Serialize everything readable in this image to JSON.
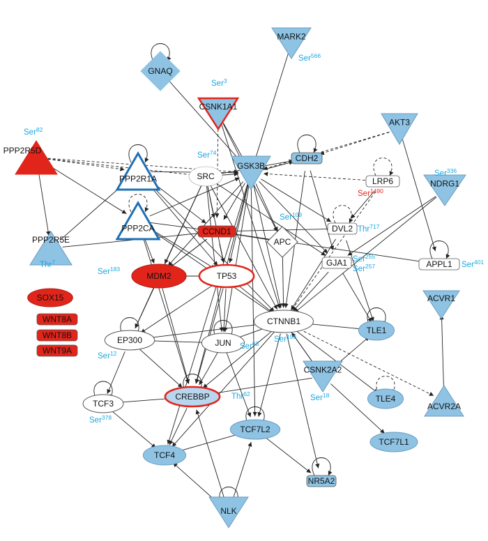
{
  "colors": {
    "up": "#e1251b",
    "down": "#8fc3e4",
    "neutral": "#ffffff",
    "site_label": "#1aa7e0",
    "site_label_red": "#e4261f",
    "edge": "#222222"
  },
  "nodes": [
    {
      "id": "GNAQ",
      "label": "GNAQ",
      "shape": "diamond",
      "fill": "down",
      "self_loop": true
    },
    {
      "id": "MARK2",
      "label": "MARK2",
      "shape": "triangle-down",
      "fill": "down",
      "site": "Ser",
      "sup": "566"
    },
    {
      "id": "CSNK1A1",
      "label": "CSNK1A1",
      "shape": "triangle-down-outline-red",
      "fill": "down",
      "site": "Ser",
      "sup": "3"
    },
    {
      "id": "AKT3",
      "label": "AKT3",
      "shape": "triangle-down",
      "fill": "down"
    },
    {
      "id": "PPP2R5D",
      "label": "PPP2R5D",
      "shape": "triangle-up",
      "fill": "up",
      "site": "Ser",
      "sup": "82"
    },
    {
      "id": "PPP2R1A",
      "label": "PPP2R1A",
      "shape": "triangle-up-outline",
      "fill": "neutral",
      "self_loop": true
    },
    {
      "id": "SRC",
      "label": "SRC",
      "shape": "circle",
      "fill": "neutral",
      "site": "Ser",
      "sup": "74"
    },
    {
      "id": "GSK3B",
      "label": "GSK3B",
      "shape": "triangle-down",
      "fill": "down"
    },
    {
      "id": "CDH2",
      "label": "CDH2",
      "shape": "rect",
      "fill": "down",
      "self_loop": true
    },
    {
      "id": "LRP6",
      "label": "LRP6",
      "shape": "rect",
      "fill": "neutral",
      "site": "Ser",
      "sup": "1490",
      "site_color": "red",
      "self_loop": true
    },
    {
      "id": "NDRG1",
      "label": "NDRG1",
      "shape": "triangle-down",
      "fill": "down",
      "site": "Ser",
      "sup": "336"
    },
    {
      "id": "PPP2CA",
      "label": "PPP2CA",
      "shape": "triangle-up-outline",
      "fill": "neutral",
      "self_loop": true
    },
    {
      "id": "PPP2R5E",
      "label": "PPP2R5E",
      "shape": "triangle-up",
      "fill": "down",
      "site": "Thr",
      "sup": "7"
    },
    {
      "id": "CCND1",
      "label": "CCND1",
      "shape": "rect",
      "fill": "up"
    },
    {
      "id": "APC",
      "label": "APC",
      "shape": "diamond",
      "fill": "neutral"
    },
    {
      "id": "DVL2",
      "label": "DVL2",
      "shape": "rect",
      "fill": "neutral",
      "site": "Thr",
      "sup": "717",
      "self_loop": true
    },
    {
      "id": "GJA1",
      "label": "GJA1",
      "shape": "rect",
      "fill": "neutral",
      "site": "Ser",
      "sup": "109"
    },
    {
      "id": "APPL1",
      "label": "APPL1",
      "shape": "rect",
      "fill": "neutral",
      "site": "Ser",
      "sup": "401",
      "self_loop": true
    },
    {
      "id": "MDM2",
      "label": "MDM2",
      "shape": "ellipse",
      "fill": "up",
      "site": "Ser",
      "sup": "183"
    },
    {
      "id": "TP53",
      "label": "TP53",
      "shape": "ellipse-outline-red",
      "fill": "neutral"
    },
    {
      "id": "SOX15",
      "label": "SOX15",
      "shape": "ellipse",
      "fill": "up"
    },
    {
      "id": "WNT8A",
      "label": "WNT8A",
      "shape": "rect",
      "fill": "up"
    },
    {
      "id": "WNT8B",
      "label": "WNT8B",
      "shape": "rect",
      "fill": "up"
    },
    {
      "id": "WNT9A",
      "label": "WNT9A",
      "shape": "rect",
      "fill": "up"
    },
    {
      "id": "ACVR1",
      "label": "ACVR1",
      "shape": "triangle-down",
      "fill": "down"
    },
    {
      "id": "CTNNB1",
      "label": "CTNNB1",
      "shape": "ellipse",
      "fill": "neutral",
      "site": "Ser",
      "sup": "196"
    },
    {
      "id": "TLE1",
      "label": "TLE1",
      "shape": "ellipse",
      "fill": "down",
      "self_loop": true
    },
    {
      "id": "EP300",
      "label": "EP300",
      "shape": "ellipse",
      "fill": "neutral",
      "site": "Ser",
      "sup": "12",
      "self_loop": true
    },
    {
      "id": "JUN",
      "label": "JUN",
      "shape": "ellipse",
      "fill": "neutral",
      "site": "Ser",
      "sup": "63",
      "self_loop": true
    },
    {
      "id": "CSNK2A2",
      "label": "CSNK2A2",
      "shape": "triangle-down",
      "fill": "down",
      "site": "Ser",
      "sup": "18"
    },
    {
      "id": "TLE4",
      "label": "TLE4",
      "shape": "ellipse",
      "fill": "down",
      "self_loop": true
    },
    {
      "id": "ACVR2A",
      "label": "ACVR2A",
      "shape": "triangle-up",
      "fill": "down"
    },
    {
      "id": "TCF3",
      "label": "TCF3",
      "shape": "ellipse",
      "fill": "neutral",
      "site": "Ser",
      "sup": "378",
      "self_loop": true
    },
    {
      "id": "CREBBP",
      "label": "CREBBP",
      "shape": "ellipse-outline-red",
      "fill": "up",
      "self_loop": true
    },
    {
      "id": "TCF7L2",
      "label": "TCF7L2",
      "shape": "ellipse",
      "fill": "down",
      "site": "Thr",
      "sup": "62",
      "self_loop": true
    },
    {
      "id": "TCF4",
      "label": "TCF4",
      "shape": "ellipse",
      "fill": "down"
    },
    {
      "id": "TCF7L1",
      "label": "TCF7L1",
      "shape": "ellipse",
      "fill": "down"
    },
    {
      "id": "NR5A2",
      "label": "NR5A2",
      "shape": "rect",
      "fill": "down",
      "self_loop": true
    },
    {
      "id": "NLK",
      "label": "NLK",
      "shape": "triangle-down",
      "fill": "down",
      "self_loop": true
    }
  ],
  "edges": [
    [
      "GNAQ",
      "GSK3B",
      "solid"
    ],
    [
      "MARK2",
      "GSK3B",
      "solid"
    ],
    [
      "CSNK1A1",
      "CTNNB1",
      "solid"
    ],
    [
      "CSNK1A1",
      "GSK3B",
      "solid"
    ],
    [
      "CSNK1A1",
      "CCND1",
      "dashed"
    ],
    [
      "CSNK1A1",
      "APC",
      "solid"
    ],
    [
      "PPP2R5D",
      "PPP2R1A",
      "dashed"
    ],
    [
      "PPP2R5D",
      "GSK3B",
      "dashed"
    ],
    [
      "PPP2R5D",
      "PPP2CA",
      "solid"
    ],
    [
      "PPP2R5D",
      "PPP2R5E",
      "solid"
    ],
    [
      "PPP2R5D",
      "SRC",
      "dashed"
    ],
    [
      "PPP2R1A",
      "GSK3B",
      "solid"
    ],
    [
      "PPP2R1A",
      "CCND1",
      "solid"
    ],
    [
      "PPP2R1A",
      "CTNNB1",
      "solid"
    ],
    [
      "PPP2R1A",
      "TP53",
      "solid"
    ],
    [
      "PPP2CA",
      "GSK3B",
      "solid"
    ],
    [
      "PPP2CA",
      "CCND1",
      "solid"
    ],
    [
      "PPP2CA",
      "TP53",
      "solid"
    ],
    [
      "PPP2CA",
      "CTNNB1",
      "solid"
    ],
    [
      "PPP2CA",
      "MDM2",
      "solid"
    ],
    [
      "PPP2CA",
      "CREBBP",
      "solid"
    ],
    [
      "PPP2R5E",
      "PPP2R1A",
      "solid"
    ],
    [
      "PPP2R5E",
      "CCND1",
      "solid"
    ],
    [
      "SRC",
      "GSK3B",
      "solid"
    ],
    [
      "SRC",
      "CDH2",
      "solid"
    ],
    [
      "SRC",
      "CTNNB1",
      "solid"
    ],
    [
      "SRC",
      "TP53",
      "solid"
    ],
    [
      "SRC",
      "CCND1",
      "solid"
    ],
    [
      "SRC",
      "JUN",
      "solid"
    ],
    [
      "SRC",
      "MDM2",
      "solid"
    ],
    [
      "SRC",
      "EP300",
      "solid"
    ],
    [
      "SRC",
      "GJA1",
      "solid"
    ],
    [
      "GSK3B",
      "CTNNB1",
      "solid"
    ],
    [
      "GSK3B",
      "CCND1",
      "solid"
    ],
    [
      "GSK3B",
      "TP53",
      "solid"
    ],
    [
      "GSK3B",
      "CREBBP",
      "solid"
    ],
    [
      "GSK3B",
      "JUN",
      "solid"
    ],
    [
      "GSK3B",
      "MDM2",
      "solid"
    ],
    [
      "GSK3B",
      "DVL2",
      "solid"
    ],
    [
      "GSK3B",
      "APC",
      "solid"
    ],
    [
      "GSK3B",
      "GJA1",
      "solid"
    ],
    [
      "GSK3B",
      "CDH2",
      "solid"
    ],
    [
      "GSK3B",
      "TCF4",
      "solid"
    ],
    [
      "GSK3B",
      "TCF7L2",
      "solid"
    ],
    [
      "CDH2",
      "CTNNB1",
      "solid"
    ],
    [
      "CDH2",
      "GJA1",
      "solid"
    ],
    [
      "LRP6",
      "GSK3B",
      "dashed"
    ],
    [
      "LRP6",
      "DVL2",
      "solid"
    ],
    [
      "LRP6",
      "CTNNB1",
      "dashed"
    ],
    [
      "AKT3",
      "CDH2",
      "dashed"
    ],
    [
      "AKT3",
      "GSK3B",
      "dashed"
    ],
    [
      "AKT3",
      "APPL1",
      "solid"
    ],
    [
      "NDRG1",
      "GJA1",
      "solid"
    ],
    [
      "NDRG1",
      "CTNNB1",
      "solid"
    ],
    [
      "DVL2",
      "CTNNB1",
      "solid"
    ],
    [
      "DVL2",
      "CCND1",
      "solid"
    ],
    [
      "DVL2",
      "TLE1",
      "solid"
    ],
    [
      "APC",
      "CTNNB1",
      "solid"
    ],
    [
      "APC",
      "CCND1",
      "solid"
    ],
    [
      "GJA1",
      "CTNNB1",
      "solid"
    ],
    [
      "GJA1",
      "TLE1",
      "solid"
    ],
    [
      "APPL1",
      "CCND1",
      "solid"
    ],
    [
      "CCND1",
      "TP53",
      "solid"
    ],
    [
      "CCND1",
      "MDM2",
      "solid"
    ],
    [
      "TP53",
      "MDM2",
      "solid"
    ],
    [
      "TP53",
      "CREBBP",
      "solid"
    ],
    [
      "TP53",
      "JUN",
      "solid"
    ],
    [
      "TP53",
      "EP300",
      "solid"
    ],
    [
      "TP53",
      "CTNNB1",
      "solid"
    ],
    [
      "MDM2",
      "EP300",
      "solid"
    ],
    [
      "MDM2",
      "CREBBP",
      "solid"
    ],
    [
      "CTNNB1",
      "TLE1",
      "solid"
    ],
    [
      "CTNNB1",
      "TLE4",
      "solid"
    ],
    [
      "CTNNB1",
      "CSNK2A2",
      "solid"
    ],
    [
      "CTNNB1",
      "ACVR2A",
      "dashed"
    ],
    [
      "CTNNB1",
      "TCF7L2",
      "solid"
    ],
    [
      "CTNNB1",
      "TCF4",
      "solid"
    ],
    [
      "CTNNB1",
      "NR5A2",
      "solid"
    ],
    [
      "CTNNB1",
      "EP300",
      "solid"
    ],
    [
      "CTNNB1",
      "JUN",
      "solid"
    ],
    [
      "CTNNB1",
      "CREBBP",
      "solid"
    ],
    [
      "CSNK2A2",
      "CTNNB1",
      "solid"
    ],
    [
      "CSNK2A2",
      "TCF7L1",
      "solid"
    ],
    [
      "CSNK2A2",
      "TLE1",
      "solid"
    ],
    [
      "CSNK2A2",
      "CREBBP",
      "solid"
    ],
    [
      "ACVR2A",
      "ACVR1",
      "solid"
    ],
    [
      "EP300",
      "TCF3",
      "solid"
    ],
    [
      "EP300",
      "CREBBP",
      "solid"
    ],
    [
      "JUN",
      "CREBBP",
      "solid"
    ],
    [
      "JUN",
      "TCF7L2",
      "solid"
    ],
    [
      "JUN",
      "EP300",
      "solid"
    ],
    [
      "CREBBP",
      "TCF3",
      "solid"
    ],
    [
      "CREBBP",
      "TCF4",
      "solid"
    ],
    [
      "TCF4",
      "TCF7L2",
      "solid"
    ],
    [
      "NLK",
      "CREBBP",
      "solid"
    ],
    [
      "NLK",
      "TCF7L2",
      "solid"
    ],
    [
      "NLK",
      "TCF4",
      "solid"
    ],
    [
      "TCF3",
      "TCF4",
      "solid"
    ],
    [
      "TCF7L2",
      "NR5A2",
      "solid"
    ],
    [
      "GNAQ",
      "GNAQ",
      "self"
    ],
    [
      "CCND1",
      "MDM2",
      "solid"
    ]
  ]
}
